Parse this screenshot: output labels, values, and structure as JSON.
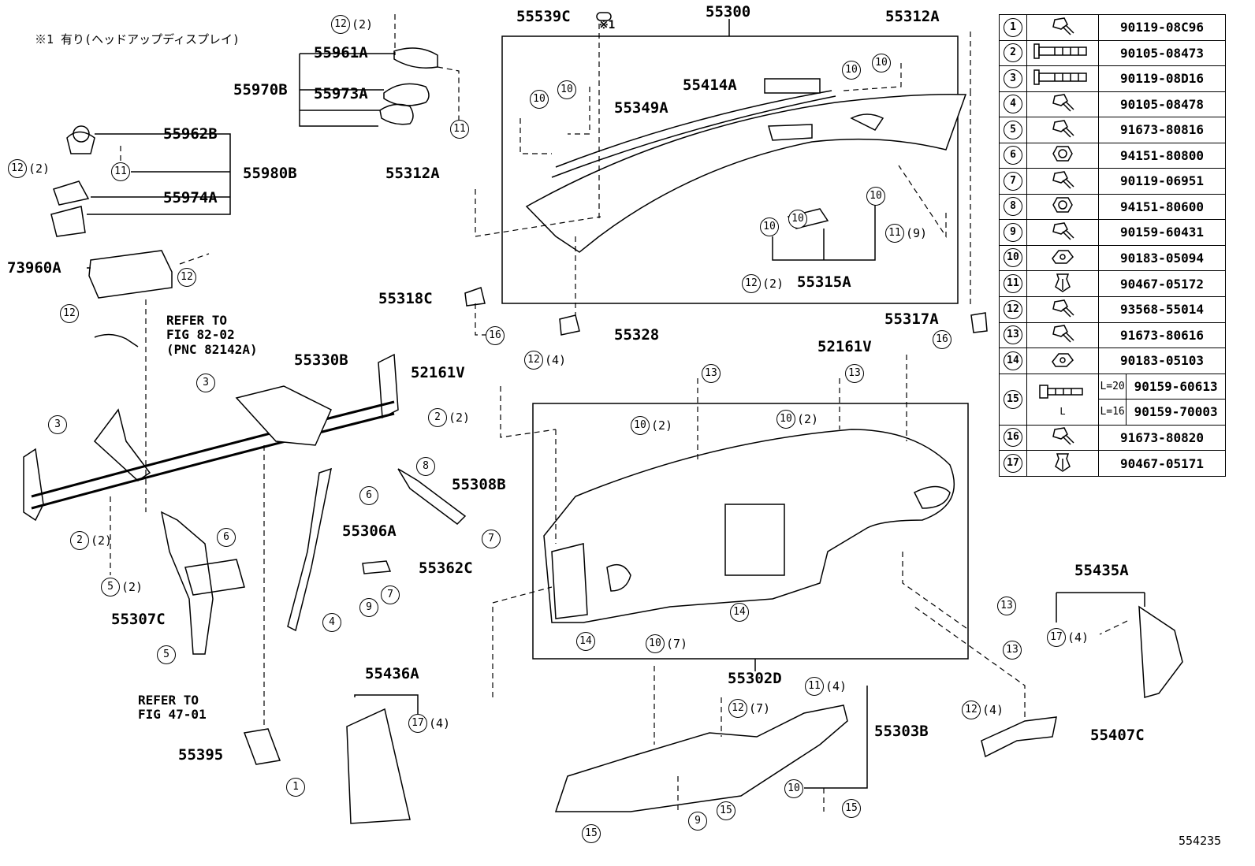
{
  "note": "※1 有り(ヘッドアップディスプレイ)",
  "figure_id": "554235",
  "part_labels": [
    {
      "id": "55539C",
      "text": "55539C"
    },
    {
      "id": "55300",
      "text": "55300"
    },
    {
      "id": "55312A_top",
      "text": "55312A"
    },
    {
      "id": "55961A",
      "text": "55961A"
    },
    {
      "id": "55970B",
      "text": "55970B"
    },
    {
      "id": "55973A",
      "text": "55973A"
    },
    {
      "id": "55962B",
      "text": "55962B"
    },
    {
      "id": "55980B",
      "text": "55980B"
    },
    {
      "id": "55974A",
      "text": "55974A"
    },
    {
      "id": "73960A",
      "text": "73960A"
    },
    {
      "id": "55414A",
      "text": "55414A"
    },
    {
      "id": "55349A",
      "text": "55349A"
    },
    {
      "id": "55312A_mid",
      "text": "55312A"
    },
    {
      "id": "55315A",
      "text": "55315A"
    },
    {
      "id": "55318C",
      "text": "55318C"
    },
    {
      "id": "55328",
      "text": "55328"
    },
    {
      "id": "55317A",
      "text": "55317A"
    },
    {
      "id": "52161V_left",
      "text": "52161V"
    },
    {
      "id": "52161V_right",
      "text": "52161V"
    },
    {
      "id": "55330B",
      "text": "55330B"
    },
    {
      "id": "55308B",
      "text": "55308B"
    },
    {
      "id": "55306A",
      "text": "55306A"
    },
    {
      "id": "55362C",
      "text": "55362C"
    },
    {
      "id": "55307C",
      "text": "55307C"
    },
    {
      "id": "55436A",
      "text": "55436A"
    },
    {
      "id": "55302D",
      "text": "55302D"
    },
    {
      "id": "55303B",
      "text": "55303B"
    },
    {
      "id": "55435A",
      "text": "55435A"
    },
    {
      "id": "55407C",
      "text": "55407C"
    },
    {
      "id": "55395",
      "text": "55395"
    }
  ],
  "star_mark": "※1",
  "refs": [
    {
      "id": "ref82",
      "text": "REFER TO\nFIG 82-02\n(PNC 82142A)"
    },
    {
      "id": "ref47",
      "text": "REFER TO\nFIG 47-01"
    }
  ],
  "callouts": [
    {
      "n": "12",
      "qty": "(2)"
    },
    {
      "n": "11",
      "qty": ""
    },
    {
      "n": "12",
      "qty": "(2)"
    },
    {
      "n": "11",
      "qty": ""
    },
    {
      "n": "12",
      "qty": ""
    },
    {
      "n": "12",
      "qty": ""
    },
    {
      "n": "10",
      "qty": ""
    },
    {
      "n": "10",
      "qty": ""
    },
    {
      "n": "10",
      "qty": ""
    },
    {
      "n": "10",
      "qty": ""
    },
    {
      "n": "10",
      "qty": ""
    },
    {
      "n": "10",
      "qty": ""
    },
    {
      "n": "10",
      "qty": ""
    },
    {
      "n": "12",
      "qty": "(2)"
    },
    {
      "n": "11",
      "qty": "(9)"
    },
    {
      "n": "16",
      "qty": ""
    },
    {
      "n": "12",
      "qty": "(4)"
    },
    {
      "n": "16",
      "qty": ""
    },
    {
      "n": "13",
      "qty": ""
    },
    {
      "n": "13",
      "qty": ""
    },
    {
      "n": "3",
      "qty": ""
    },
    {
      "n": "3",
      "qty": ""
    },
    {
      "n": "2",
      "qty": "(2)"
    },
    {
      "n": "10",
      "qty": "(2)"
    },
    {
      "n": "10",
      "qty": "(2)"
    },
    {
      "n": "8",
      "qty": ""
    },
    {
      "n": "6",
      "qty": ""
    },
    {
      "n": "6",
      "qty": ""
    },
    {
      "n": "7",
      "qty": ""
    },
    {
      "n": "2",
      "qty": "(2)"
    },
    {
      "n": "5",
      "qty": "(2)"
    },
    {
      "n": "7",
      "qty": ""
    },
    {
      "n": "9",
      "qty": ""
    },
    {
      "n": "4",
      "qty": ""
    },
    {
      "n": "5",
      "qty": ""
    },
    {
      "n": "14",
      "qty": ""
    },
    {
      "n": "14",
      "qty": ""
    },
    {
      "n": "10",
      "qty": "(7)"
    },
    {
      "n": "13",
      "qty": ""
    },
    {
      "n": "13",
      "qty": ""
    },
    {
      "n": "17",
      "qty": "(4)"
    },
    {
      "n": "17",
      "qty": "(4)"
    },
    {
      "n": "11",
      "qty": "(4)"
    },
    {
      "n": "12",
      "qty": "(7)"
    },
    {
      "n": "10",
      "qty": ""
    },
    {
      "n": "12",
      "qty": "(4)"
    },
    {
      "n": "1",
      "qty": ""
    },
    {
      "n": "9",
      "qty": ""
    },
    {
      "n": "15",
      "qty": ""
    },
    {
      "n": "15",
      "qty": ""
    },
    {
      "n": "15",
      "qty": ""
    }
  ],
  "legend": [
    {
      "n": "1",
      "icon": "bolt-washer",
      "pn": "90119-08C96"
    },
    {
      "n": "2",
      "icon": "long-bolt",
      "pn": "90105-08473"
    },
    {
      "n": "3",
      "icon": "long-bolt",
      "pn": "90119-08D16"
    },
    {
      "n": "4",
      "icon": "bolt-washer",
      "pn": "90105-08478"
    },
    {
      "n": "5",
      "icon": "bolt-washer",
      "pn": "91673-80816"
    },
    {
      "n": "6",
      "icon": "nut",
      "pn": "94151-80800"
    },
    {
      "n": "7",
      "icon": "bolt-washer",
      "pn": "90119-06951"
    },
    {
      "n": "8",
      "icon": "nut",
      "pn": "94151-80600"
    },
    {
      "n": "9",
      "icon": "bolt-washer",
      "pn": "90159-60431"
    },
    {
      "n": "10",
      "icon": "clip-nut",
      "pn": "90183-05094"
    },
    {
      "n": "11",
      "icon": "push-clip",
      "pn": "90467-05172"
    },
    {
      "n": "12",
      "icon": "bolt-washer",
      "pn": "93568-55014"
    },
    {
      "n": "13",
      "icon": "bolt-washer",
      "pn": "91673-80616"
    },
    {
      "n": "14",
      "icon": "clip-nut",
      "pn": "90183-05103"
    },
    {
      "n": "15",
      "icon": "stud-bolt",
      "variants": [
        {
          "len": "L=20",
          "pn": "90159-60613"
        },
        {
          "len": "L=16",
          "pn": "90159-70003"
        }
      ],
      "dim": "L"
    },
    {
      "n": "16",
      "icon": "bolt-washer",
      "pn": "91673-80820"
    },
    {
      "n": "17",
      "icon": "push-clip",
      "pn": "90467-05171"
    }
  ]
}
